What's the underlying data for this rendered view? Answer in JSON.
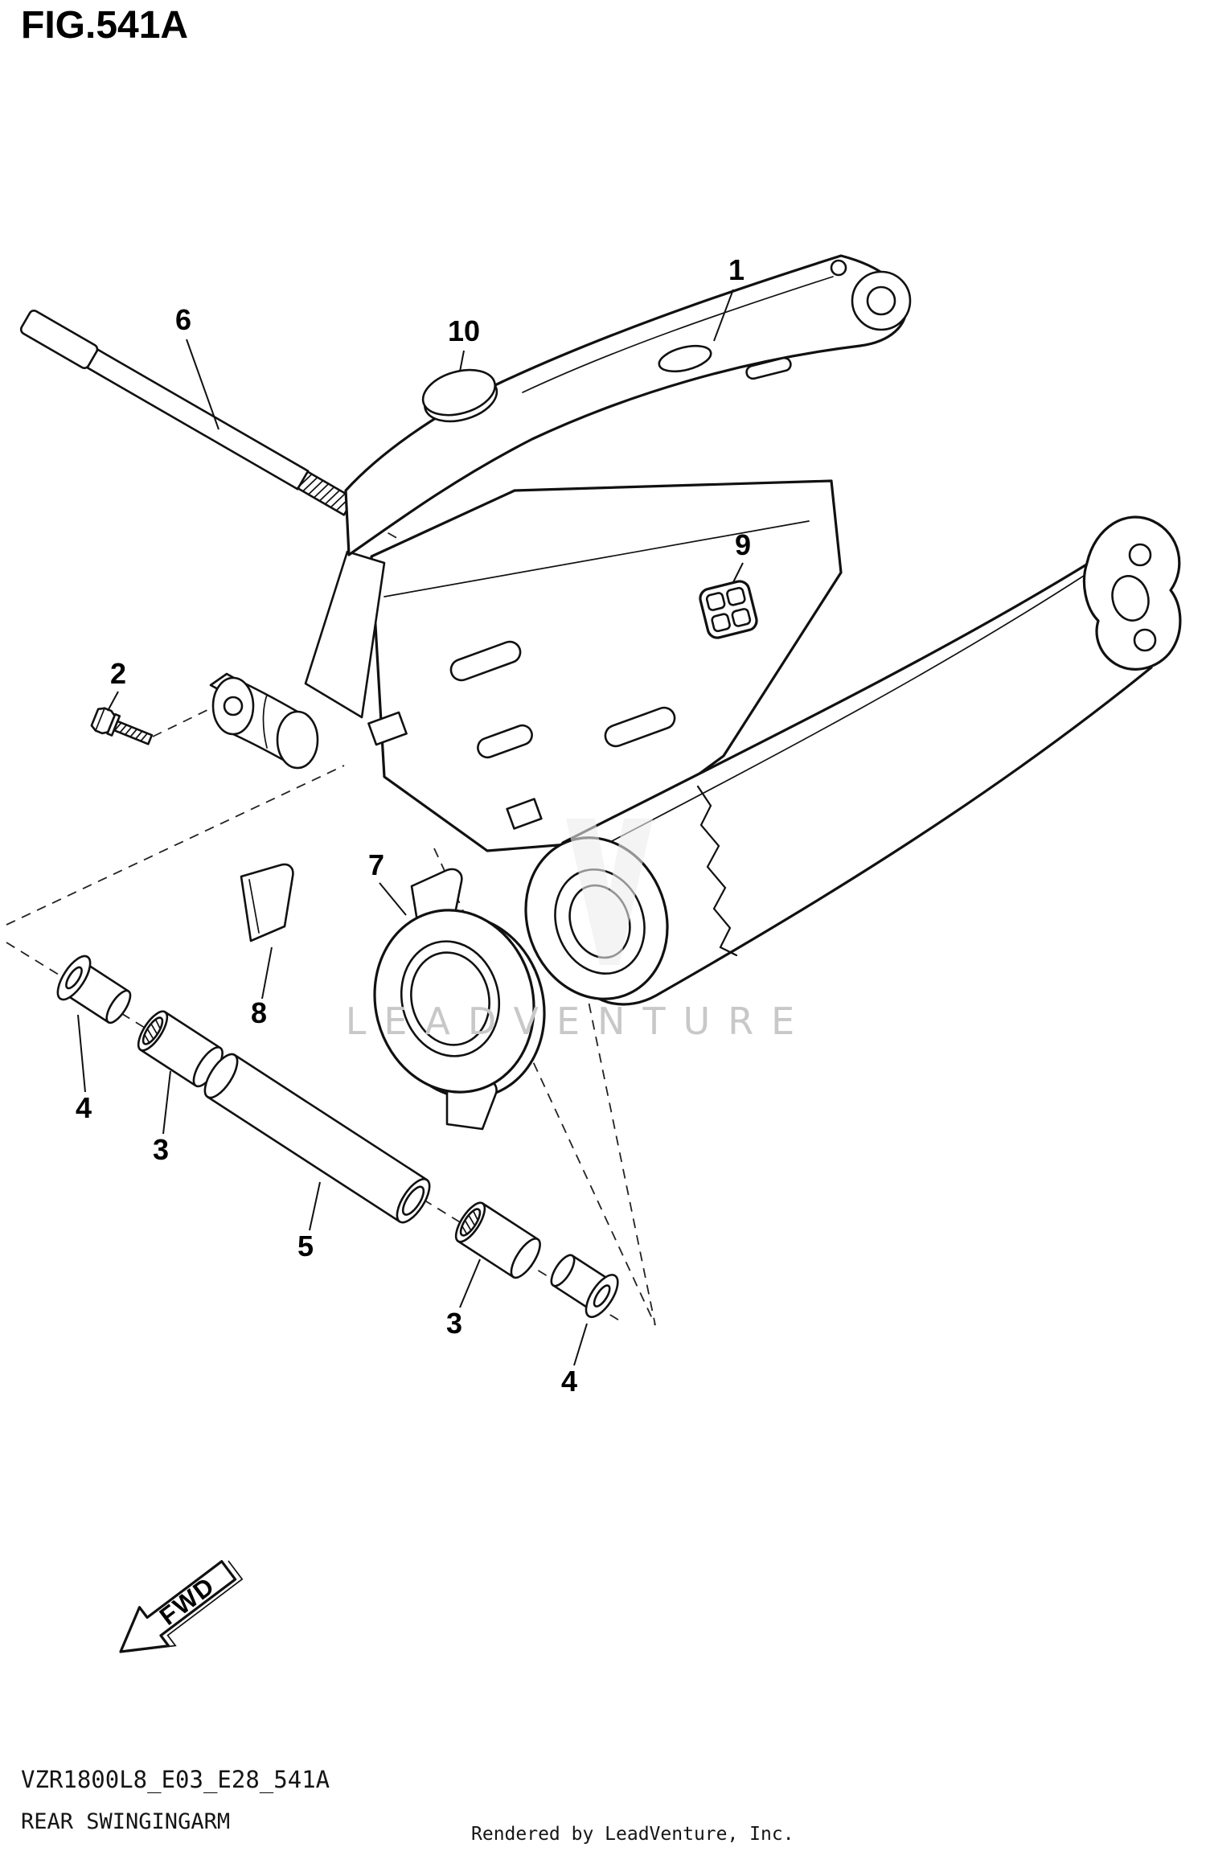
{
  "page": {
    "title": "FIG.541A"
  },
  "callouts": [
    {
      "label": "1"
    },
    {
      "label": "6"
    },
    {
      "label": "10"
    },
    {
      "label": "9"
    },
    {
      "label": "2"
    },
    {
      "label": "7"
    },
    {
      "label": "8"
    },
    {
      "label": "4"
    },
    {
      "label": "3"
    },
    {
      "label": "5"
    },
    {
      "label": "3"
    },
    {
      "label": "4"
    }
  ],
  "direction": {
    "label": "FWD"
  },
  "watermark": {
    "text": "LEADVENTURE"
  },
  "footer": {
    "code": "VZR1800L8_E03_E28_541A",
    "title": "REAR SWINGINGARM",
    "credit": "Rendered by LeadVenture, Inc."
  },
  "colors": {
    "line": "#111111",
    "watermark": "#c8c8c8"
  }
}
